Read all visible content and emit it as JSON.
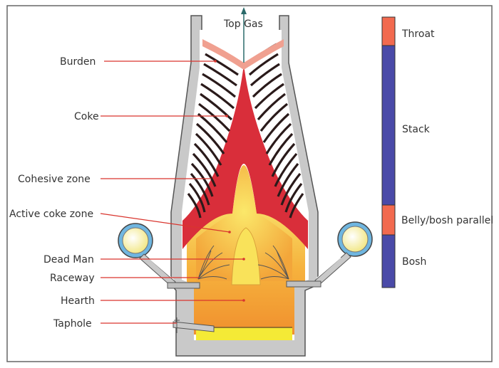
{
  "diagram": {
    "top_label": "Top Gas",
    "labels": [
      "Burden",
      "Coke",
      "Cohesive zone",
      "Active coke zone",
      "Dead Man",
      "Raceway",
      "Hearth",
      "Taphole"
    ],
    "zones": [
      {
        "label": "Throat",
        "color": "#f26a4f"
      },
      {
        "label": "Stack",
        "color": "#4a4aa8"
      },
      {
        "label": "Belly/bosh parallel",
        "color": "#f26a4f"
      },
      {
        "label": "Bosh",
        "color": "#4a4aa8"
      }
    ],
    "colors": {
      "shell": "#c8c8c8",
      "shell_stroke": "#555555",
      "cohesive": "#d92e3a",
      "active_coke": "#f5c23a",
      "hearth": "#f2a23a",
      "bottom": "#f4ea36",
      "pointer": "#d9352e"
    }
  }
}
